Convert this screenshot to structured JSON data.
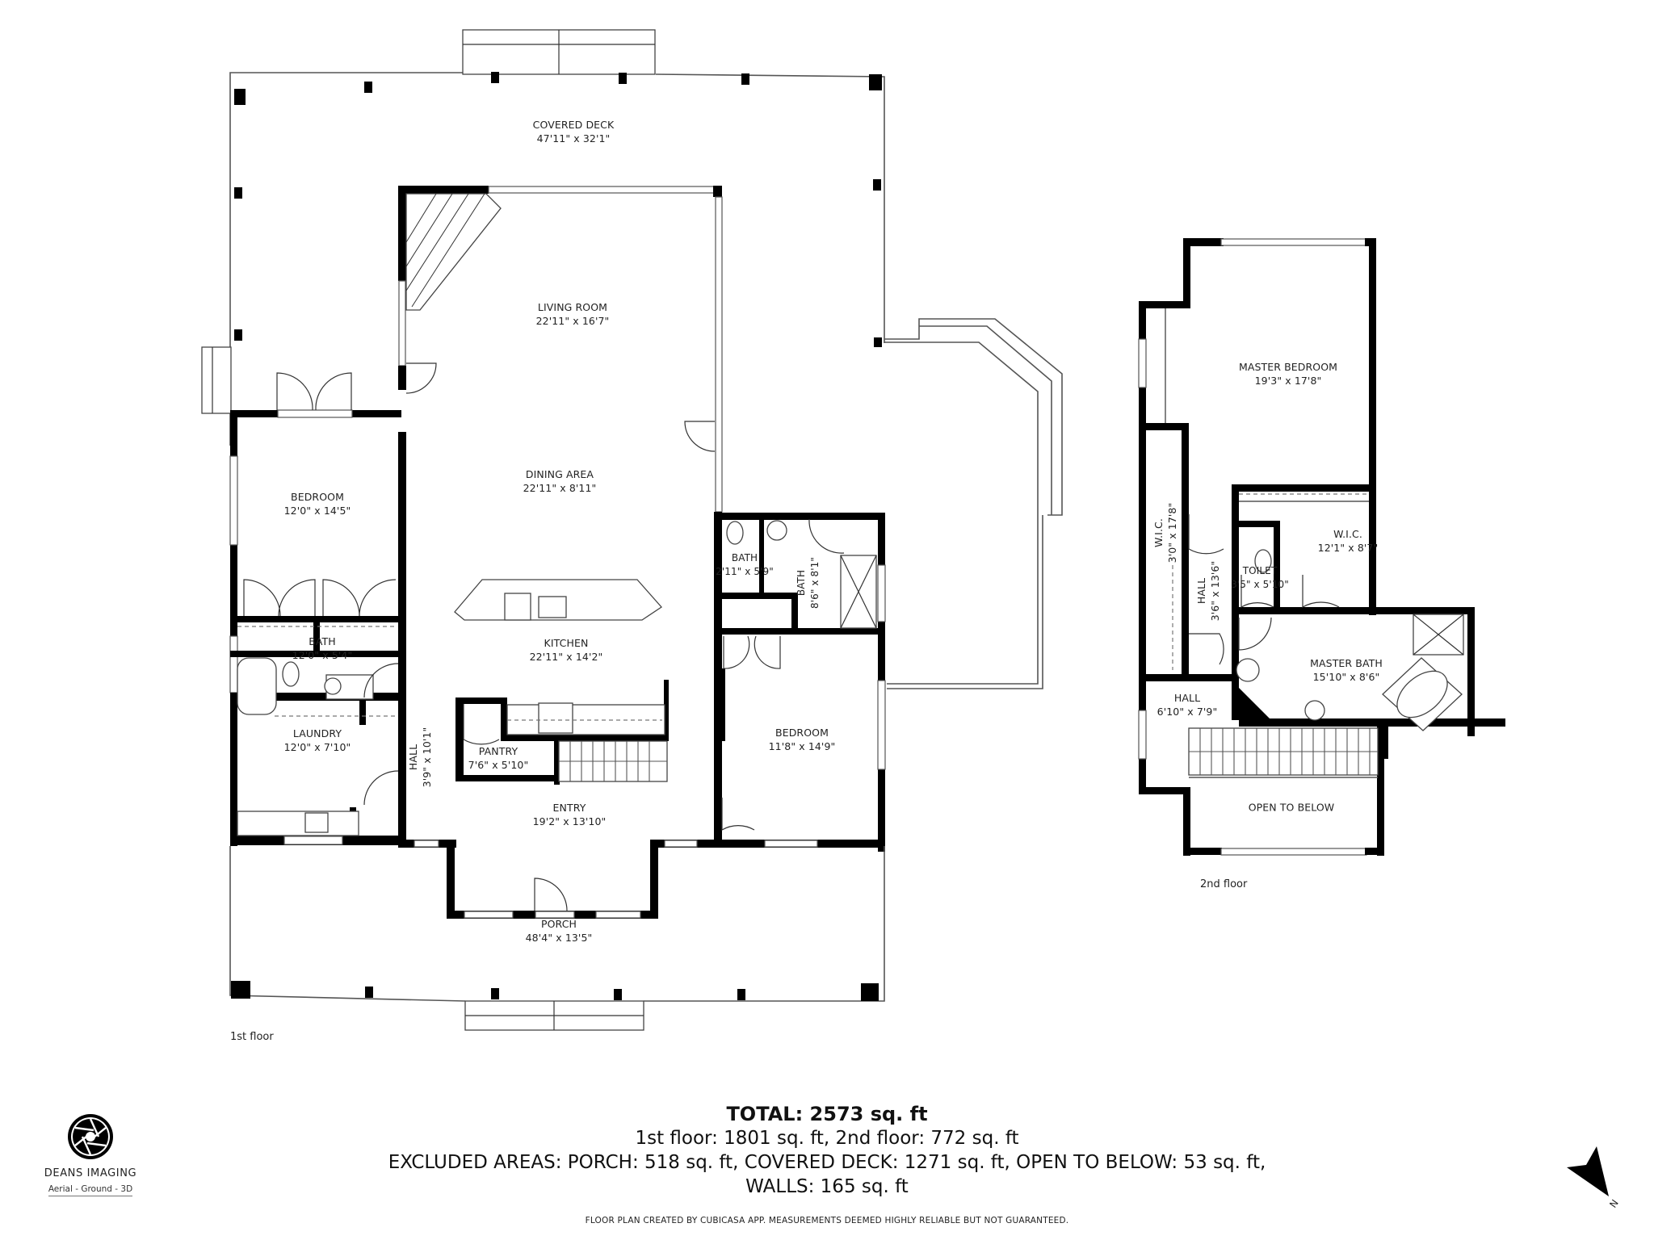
{
  "first_floor": {
    "label": "1st floor",
    "rooms": {
      "covered_deck": {
        "name": "COVERED DECK",
        "dims": "47'11\" x 32'1\""
      },
      "living_room": {
        "name": "LIVING ROOM",
        "dims": "22'11\" x 16'7\""
      },
      "dining_area": {
        "name": "DINING AREA",
        "dims": "22'11\" x 8'11\""
      },
      "kitchen": {
        "name": "KITCHEN",
        "dims": "22'11\" x 14'2\""
      },
      "bedroom_left": {
        "name": "BEDROOM",
        "dims": "12'0\" x 14'5\""
      },
      "bath_left": {
        "name": "BATH",
        "dims": "12'0\" x 5'4\""
      },
      "laundry": {
        "name": "LAUNDRY",
        "dims": "12'0\" x 7'10\""
      },
      "hall": {
        "name": "HALL",
        "dims": "3'9\" x 10'1\""
      },
      "pantry": {
        "name": "PANTRY",
        "dims": "7'6\" x 5'10\""
      },
      "entry": {
        "name": "ENTRY",
        "dims": "19'2\" x 13'10\""
      },
      "bath_small": {
        "name": "BATH",
        "dims": "2'11\" x 5'9\""
      },
      "bath_right": {
        "name": "BATH",
        "dims": "8'6\" x 8'1\""
      },
      "bedroom_right": {
        "name": "BEDROOM",
        "dims": "11'8\" x 14'9\""
      },
      "porch": {
        "name": "PORCH",
        "dims": "48'4\" x 13'5\""
      }
    }
  },
  "second_floor": {
    "label": "2nd floor",
    "rooms": {
      "master_bedroom": {
        "name": "MASTER BEDROOM",
        "dims": "19'3\" x 17'8\""
      },
      "wic_left": {
        "name": "W.I.C.",
        "dims": "3'0\" x 17'8\""
      },
      "hall_upper": {
        "name": "HALL",
        "dims": "3'6\" x 13'6\""
      },
      "wic_right": {
        "name": "W.I.C.",
        "dims": "12'1\" x 8'7\""
      },
      "toilet": {
        "name": "TOILET",
        "dims": "3'5\" x 5'10\""
      },
      "master_bath": {
        "name": "MASTER BATH",
        "dims": "15'10\" x 8'6\""
      },
      "hall_lower": {
        "name": "HALL",
        "dims": "6'10\" x 7'9\""
      },
      "open_to_below": {
        "name": "OPEN TO BELOW",
        "dims": ""
      }
    }
  },
  "summary": {
    "total": "TOTAL: 2573 sq. ft",
    "floors": "1st floor: 1801 sq. ft, 2nd floor: 772 sq. ft",
    "excluded": "EXCLUDED AREAS: PORCH: 518 sq. ft, COVERED DECK: 1271 sq. ft, OPEN TO BELOW: 53 sq. ft,",
    "walls": "WALLS: 165 sq. ft",
    "disclaimer": "FLOOR PLAN CREATED BY CUBICASA APP. MEASUREMENTS DEEMED HIGHLY RELIABLE BUT NOT GUARANTEED."
  },
  "branding": {
    "company": "DEANS IMAGING",
    "tagline": "Aerial - Ground - 3D",
    "logo_icon": "camera-aperture-icon"
  },
  "compass": {
    "icon": "north-arrow-icon",
    "label": "N"
  }
}
